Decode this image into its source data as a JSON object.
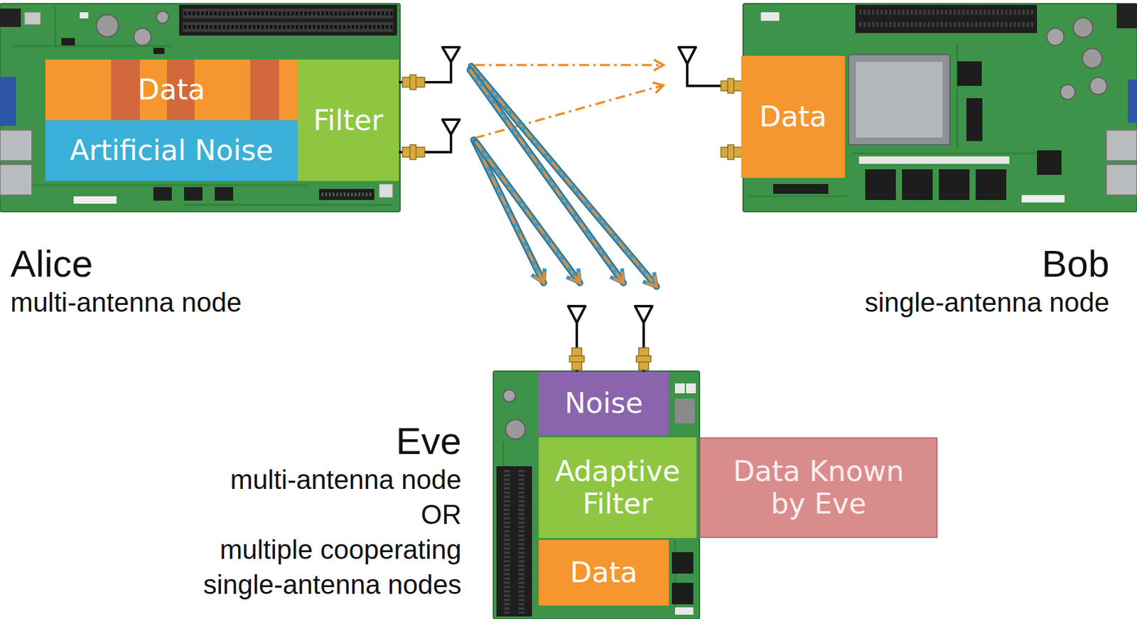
{
  "diagram": {
    "nodes": [
      {
        "text": [
          "Alice",
          "multi-antenna node"
        ]
      },
      {
        "text": [
          "Data"
        ],
        "in": 0
      },
      {
        "text": [
          "Artificial Noise"
        ],
        "in": 0
      },
      {
        "text": [
          "Filter"
        ],
        "in": 0
      },
      {
        "text": [
          "Bob",
          "single-antenna node"
        ]
      },
      {
        "text": [
          "Data"
        ],
        "in": 4
      },
      {
        "text": [
          "Eve",
          "multi-antenna node",
          "OR",
          "multiple cooperating",
          "single-antenna nodes"
        ]
      },
      {
        "text": [
          "Noise"
        ],
        "in": 6
      },
      {
        "text": [
          "Adaptive Filter"
        ],
        "in": 6
      },
      {
        "text": [
          "Data Known by Eve"
        ]
      },
      {
        "text": [
          "Data"
        ],
        "in": 6
      }
    ],
    "edges": [
      {
        "from": 3,
        "to": 5,
        "arrow": "to"
      },
      {
        "from": 3,
        "to": 5,
        "arrow": "to"
      },
      {
        "from": 3,
        "to": 7,
        "arrow": "to"
      },
      {
        "from": 3,
        "to": 7,
        "arrow": "to"
      },
      {
        "from": 3,
        "to": 7,
        "arrow": "to"
      },
      {
        "from": 3,
        "to": 7,
        "arrow": "to"
      }
    ]
  }
}
